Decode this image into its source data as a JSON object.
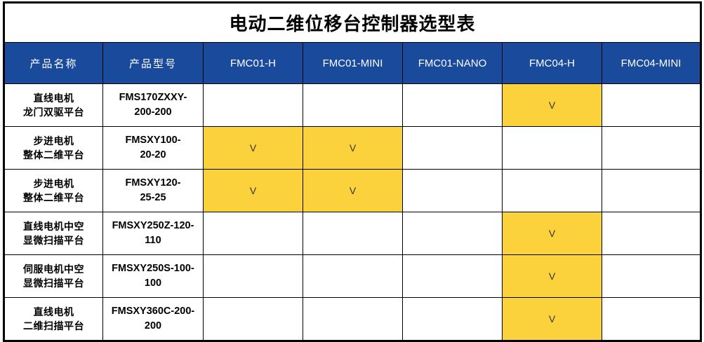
{
  "document": {
    "title": "电动二维位移台控制器选型表",
    "accent_blue": "#1a4a9c",
    "highlight_yellow": "#fbd13c",
    "border_color": "#000000",
    "background": "#ffffff"
  },
  "table": {
    "columns": [
      {
        "key": "name",
        "label": "产品名称"
      },
      {
        "key": "model",
        "label": "产品型号"
      },
      {
        "key": "c1h",
        "label": "FMC01-H"
      },
      {
        "key": "c1m",
        "label": "FMC01-MINI"
      },
      {
        "key": "c1n",
        "label": "FMC01-NANO"
      },
      {
        "key": "c4h",
        "label": "FMC04-H"
      },
      {
        "key": "c4m",
        "label": "FMC04-MINI"
      }
    ],
    "mark_symbol": "V",
    "rows": [
      {
        "name_line1": "直线电机",
        "name_line2": "龙门双驱平台",
        "model_line1": "FMS170ZXXY-",
        "model_line2": "200-200",
        "marks": {
          "c1h": "",
          "c1m": "",
          "c1n": "",
          "c4h": "V",
          "c4m": ""
        }
      },
      {
        "name_line1": "步进电机",
        "name_line2": "整体二维平台",
        "model_line1": "FMSXY100-",
        "model_line2": "20-20",
        "marks": {
          "c1h": "V",
          "c1m": "V",
          "c1n": "",
          "c4h": "",
          "c4m": ""
        }
      },
      {
        "name_line1": "步进电机",
        "name_line2": "整体二维平台",
        "model_line1": "FMSXY120-",
        "model_line2": "25-25",
        "marks": {
          "c1h": "V",
          "c1m": "V",
          "c1n": "",
          "c4h": "",
          "c4m": ""
        }
      },
      {
        "name_line1": "直线电机中空",
        "name_line2": "显微扫描平台",
        "model_line1": "FMSXY250Z-120-",
        "model_line2": "110",
        "marks": {
          "c1h": "",
          "c1m": "",
          "c1n": "",
          "c4h": "V",
          "c4m": ""
        }
      },
      {
        "name_line1": "伺服电机中空",
        "name_line2": "显微扫描平台",
        "model_line1": "FMSXY250S-100-",
        "model_line2": "100",
        "marks": {
          "c1h": "",
          "c1m": "",
          "c1n": "",
          "c4h": "V",
          "c4m": ""
        }
      },
      {
        "name_line1": "直线电机",
        "name_line2": "二维扫描平台",
        "model_line1": "FMSXY360C-200-",
        "model_line2": "200",
        "marks": {
          "c1h": "",
          "c1m": "",
          "c1n": "",
          "c4h": "V",
          "c4m": ""
        }
      }
    ]
  }
}
